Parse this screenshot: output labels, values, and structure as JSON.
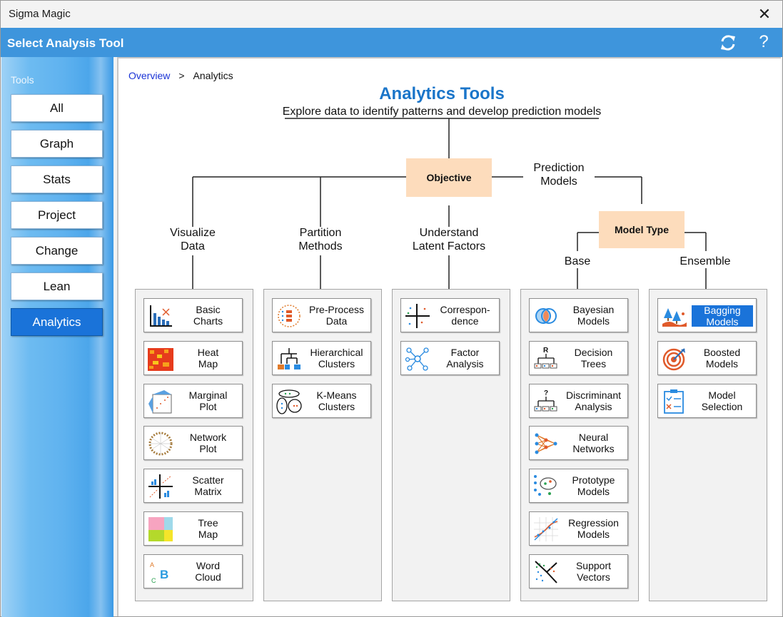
{
  "window": {
    "title": "Sigma Magic",
    "close_glyph": "✕"
  },
  "header": {
    "title": "Select Analysis Tool",
    "help_glyph": "?",
    "refresh_icon": "refresh-icon"
  },
  "sidebar": {
    "label": "Tools",
    "items": [
      {
        "label": "All",
        "active": false
      },
      {
        "label": "Graph",
        "active": false
      },
      {
        "label": "Stats",
        "active": false
      },
      {
        "label": "Project",
        "active": false
      },
      {
        "label": "Change",
        "active": false
      },
      {
        "label": "Lean",
        "active": false
      },
      {
        "label": "Analytics",
        "active": true
      }
    ]
  },
  "breadcrumb": {
    "link": "Overview",
    "sep": ">",
    "current": "Analytics"
  },
  "main": {
    "title": "Analytics Tools",
    "subtitle": "Explore data to identify patterns and develop prediction models",
    "objective": "Objective",
    "model_type": "Model Type",
    "prediction_label": "Prediction\nModels",
    "base_label": "Base",
    "ensemble_label": "Ensemble",
    "branches": [
      "Visualize\nData",
      "Partition\nMethods",
      "Understand\nLatent Factors"
    ]
  },
  "columns": [
    {
      "tools": [
        {
          "label": "Basic\nCharts",
          "icon": "bar-chart-icon"
        },
        {
          "label": "Heat\nMap",
          "icon": "heatmap-icon"
        },
        {
          "label": "Marginal\nPlot",
          "icon": "marginal-plot-icon"
        },
        {
          "label": "Network\nPlot",
          "icon": "network-plot-icon"
        },
        {
          "label": "Scatter\nMatrix",
          "icon": "scatter-matrix-icon"
        },
        {
          "label": "Tree\nMap",
          "icon": "treemap-icon"
        },
        {
          "label": "Word\nCloud",
          "icon": "word-cloud-icon"
        }
      ]
    },
    {
      "tools": [
        {
          "label": "Pre-Process\nData",
          "icon": "preprocess-icon"
        },
        {
          "label": "Hierarchical\nClusters",
          "icon": "hierarchy-icon"
        },
        {
          "label": "K-Means\nClusters",
          "icon": "kmeans-icon"
        }
      ]
    },
    {
      "tools": [
        {
          "label": "Correspon-\ndence",
          "icon": "correspondence-icon"
        },
        {
          "label": "Factor\nAnalysis",
          "icon": "factor-analysis-icon"
        }
      ]
    },
    {
      "tools": [
        {
          "label": "Bayesian\nModels",
          "icon": "bayesian-icon"
        },
        {
          "label": "Decision\nTrees",
          "icon": "decision-tree-icon"
        },
        {
          "label": "Discriminant\nAnalysis",
          "icon": "discriminant-icon"
        },
        {
          "label": "Neural\nNetworks",
          "icon": "neural-network-icon"
        },
        {
          "label": "Prototype\nModels",
          "icon": "prototype-icon"
        },
        {
          "label": "Regression\nModels",
          "icon": "regression-icon"
        },
        {
          "label": "Support\nVectors",
          "icon": "support-vector-icon"
        }
      ]
    },
    {
      "tools": [
        {
          "label": "Bagging\nModels",
          "icon": "bagging-icon",
          "selected": true
        },
        {
          "label": "Boosted\nModels",
          "icon": "boosted-icon"
        },
        {
          "label": "Model\nSelection",
          "icon": "model-selection-icon"
        }
      ]
    }
  ],
  "colors": {
    "accent": "#1a73d9",
    "header": "#3e95dc",
    "peach": "#fddcbc",
    "title": "#1a75c9"
  }
}
